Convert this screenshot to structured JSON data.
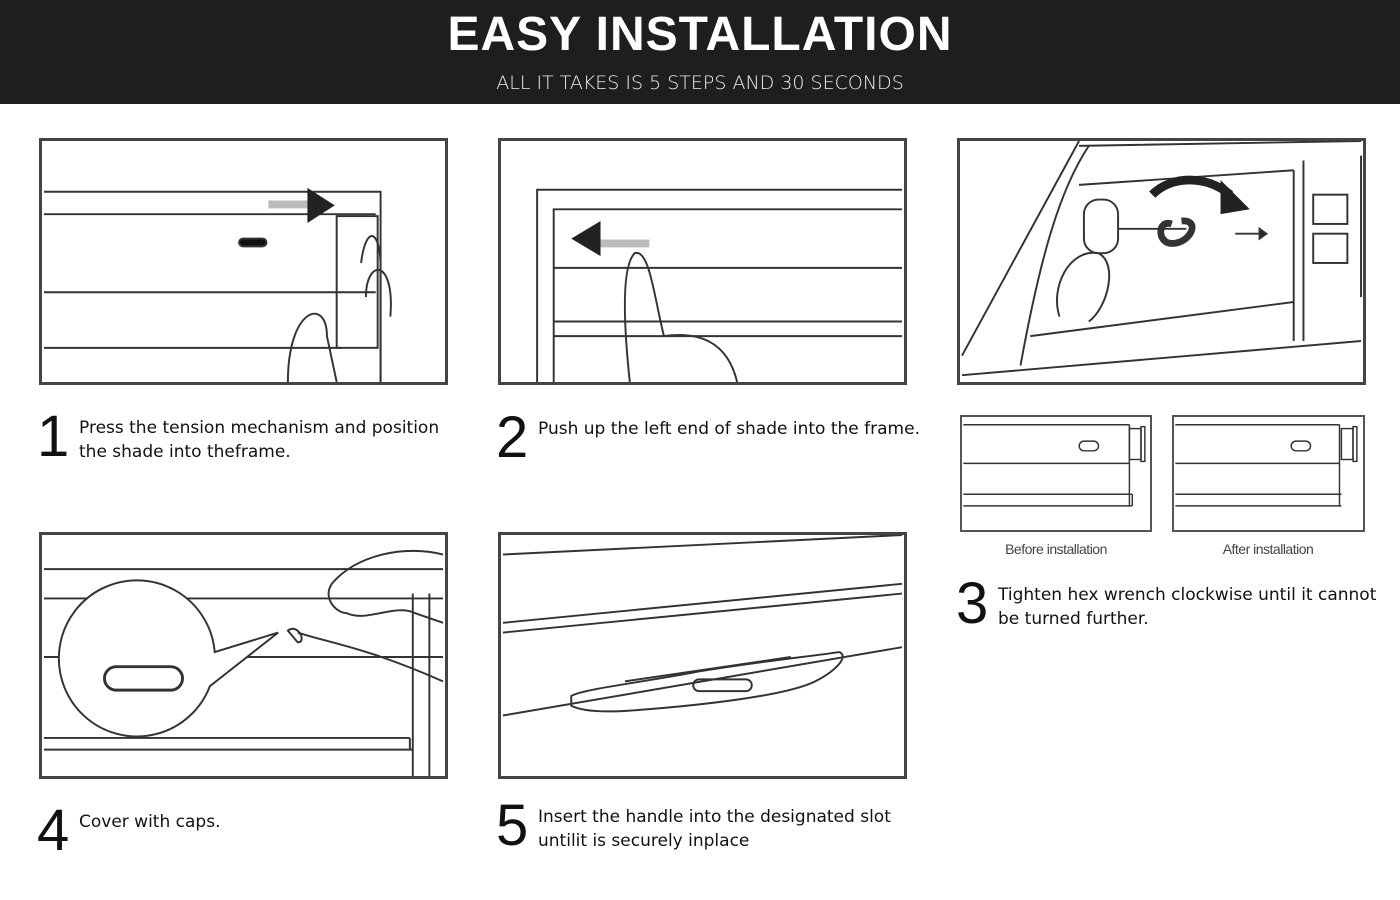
{
  "header": {
    "title": "EASY INSTALLATION",
    "subtitle": "ALL IT TAKES IS 5 STEPS AND 30 SECONDS"
  },
  "steps": [
    {
      "number": "1",
      "text_line1": "Press the tension mechanism and position",
      "text_line2": "the shade into theframe."
    },
    {
      "number": "2",
      "text_line1": "Push up the left end of shade into the frame.",
      "text_line2": ""
    },
    {
      "number": "3",
      "text_line1": "Tighten hex wrench clockwise until it cannot",
      "text_line2": "be turned further."
    },
    {
      "number": "4",
      "text_line1": "Cover with caps.",
      "text_line2": ""
    },
    {
      "number": "5",
      "text_line1": "Insert the handle into the designated slot",
      "text_line2": "untilit is securely inplace"
    }
  ],
  "step3_compare": {
    "before": "Before installation",
    "after": "After installation"
  }
}
